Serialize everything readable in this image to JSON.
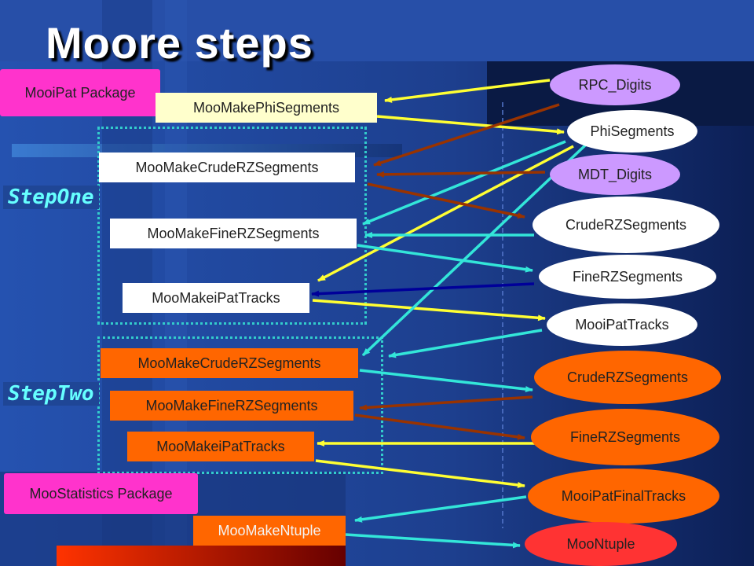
{
  "title": "Moore steps",
  "colors": {
    "background": "#1f3f8f",
    "accent_cyan": "#33e6d9",
    "accent_yellow": "#ffff33",
    "accent_brown": "#993300",
    "accent_darkblue": "#000099",
    "orange": "#ff6600",
    "magenta": "#ff33cc",
    "lavender": "#cc99ff"
  },
  "packages": {
    "mooipat": "MooiPat Package",
    "moostatistics": "MooStatistics Package"
  },
  "steps": {
    "one": "StepOne",
    "two": "StepTwo"
  },
  "algorithms": {
    "phi": "MooMakePhiSegments",
    "crude1": "MooMakeCrudeRZSegments",
    "fine1": "MooMakeFineRZSegments",
    "tracks1": "MooMakeiPatTracks",
    "crude2": "MooMakeCrudeRZSegments",
    "fine2": "MooMakeFineRZSegments",
    "tracks2": "MooMakeiPatTracks",
    "ntuple": "MooMakeNtuple"
  },
  "data_objects": {
    "rpc": "RPC_Digits",
    "phiseg": "PhiSegments",
    "mdt": "MDT_Digits",
    "crude1": "CrudeRZSegments",
    "fine1": "FineRZSegments",
    "tracks1": "MooiPatTracks",
    "crude2": "CrudeRZSegments",
    "fine2": "FineRZSegments",
    "final": "MooiPatFinalTracks",
    "ntuple": "MooNtuple"
  }
}
